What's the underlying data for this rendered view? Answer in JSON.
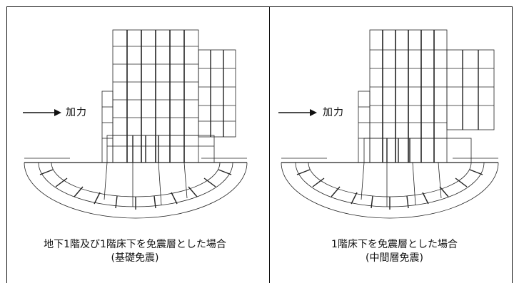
{
  "panels": [
    {
      "load_label": "加力",
      "caption_line1": "地下1階及び1階床下を免震層とした場合",
      "caption_line2": "(基礎免震)"
    },
    {
      "load_label": "加力",
      "caption_line1": "1階床下を免震層とした場合",
      "caption_line2": "(中間層免震)"
    }
  ]
}
